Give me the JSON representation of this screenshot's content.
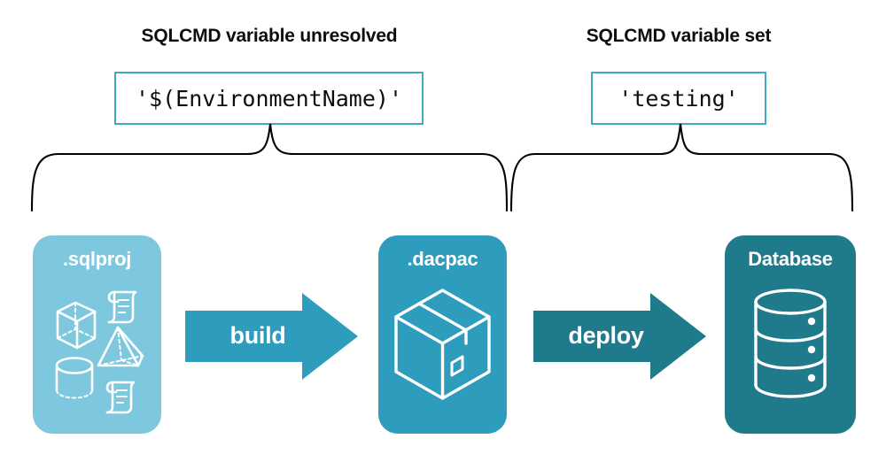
{
  "headings": {
    "left": "SQLCMD variable unresolved",
    "right": "SQLCMD variable set"
  },
  "code_boxes": {
    "left": "'$(EnvironmentName)'",
    "right": "'testing'"
  },
  "cards": [
    {
      "id": "sqlproj",
      "title": ".sqlproj",
      "color": "#7DC8DE",
      "icons": [
        "cube-icon",
        "pyramid-icon",
        "cylinder-icon",
        "scroll-icon",
        "scroll-icon"
      ]
    },
    {
      "id": "dacpac",
      "title": ".dacpac",
      "color": "#2E9CBD",
      "icons": [
        "package-box-icon"
      ]
    },
    {
      "id": "database",
      "title": "Database",
      "color": "#1F7A8C",
      "icons": [
        "database-cylinder-icon"
      ]
    }
  ],
  "arrows": [
    {
      "id": "build",
      "label": "build",
      "color": "#2E9CBD"
    },
    {
      "id": "deploy",
      "label": "deploy",
      "color": "#1F7A8C"
    }
  ],
  "colors": {
    "light_blue": "#7DC8DE",
    "mid_teal": "#2E9CBD",
    "dark_teal": "#1F7A8C",
    "box_border": "#3FA9C6",
    "text": "#0d0d0d",
    "background": "#ffffff"
  }
}
